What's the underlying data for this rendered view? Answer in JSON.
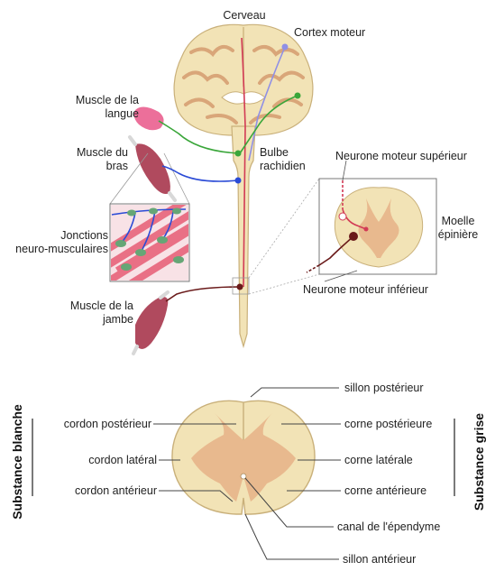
{
  "colors": {
    "tissue": "#f2e3b6",
    "tissue_edge": "#c9b07a",
    "grey_matter": "#e8b98e",
    "muscle": "#b04a5e",
    "red_path": "#d23a55",
    "green_path": "#3aa63a",
    "blue_path": "#2b4bd6",
    "lower_neuron": "#6a1a1a",
    "lilac_path": "#8f8fe6"
  },
  "top": {
    "brain": "Cerveau",
    "motor_cortex": "Cortex moteur",
    "tongue_muscle": "Muscle de la\nlangue",
    "arm_muscle": "Muscle du\nbras",
    "medulla": "Bulbe\nrachidien",
    "upper_motor_neuron": "Neurone moteur supérieur",
    "spinal_cord": "Moelle\népinière",
    "nmj": "Jonctions\nneuro-musculaires",
    "leg_muscle": "Muscle de la\njambe",
    "lower_motor_neuron": "Neurone moteur inférieur"
  },
  "bottom": {
    "white_matter": "Substance blanche",
    "grey_matter": "Substance grise",
    "posterior_sulcus": "sillon postérieur",
    "posterior_funiculus": "cordon postérieur",
    "lateral_funiculus": "cordon latéral",
    "anterior_funiculus": "cordon antérieur",
    "posterior_horn": "corne postérieure",
    "lateral_horn": "corne latérale",
    "anterior_horn": "corne antérieure",
    "central_canal": "canal de l'épendyme",
    "anterior_fissure": "sillon antérieur"
  }
}
